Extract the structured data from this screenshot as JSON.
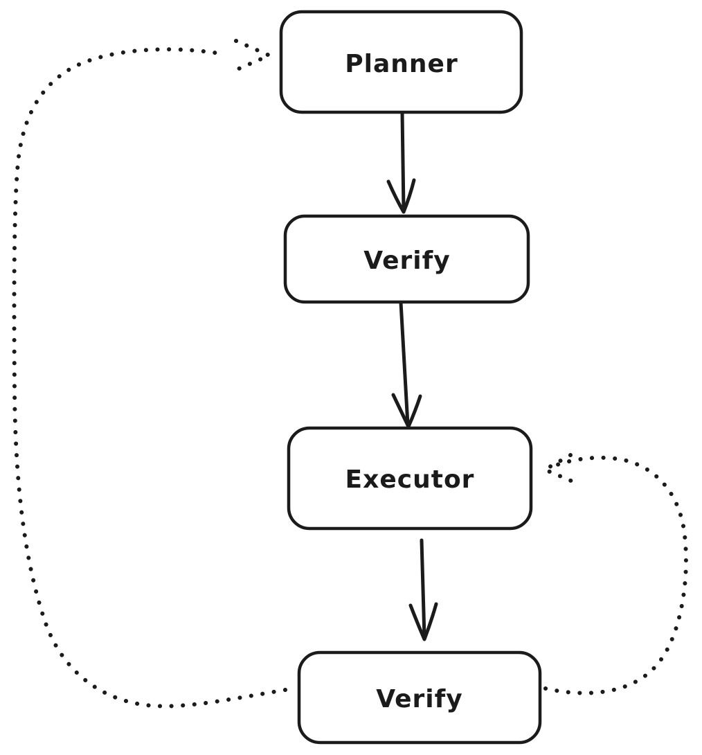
{
  "diagram": {
    "type": "flowchart",
    "style": "hand-drawn",
    "background_color": "#ffffff",
    "stroke_color": "#1b1b1b",
    "node_fill_color": "#ffffff",
    "nodes": [
      {
        "id": "planner",
        "label": "Planner"
      },
      {
        "id": "verify-1",
        "label": "Verify"
      },
      {
        "id": "executor",
        "label": "Executor"
      },
      {
        "id": "verify-2",
        "label": "Verify"
      }
    ],
    "edges": [
      {
        "from": "planner",
        "to": "verify-1",
        "line": "solid",
        "direction": "down"
      },
      {
        "from": "verify-1",
        "to": "executor",
        "line": "solid",
        "direction": "down"
      },
      {
        "from": "executor",
        "to": "verify-2",
        "line": "solid",
        "direction": "down"
      },
      {
        "from": "verify-2",
        "to": "executor",
        "line": "dotted",
        "direction": "loop-right-up"
      },
      {
        "from": "verify-2",
        "to": "planner",
        "line": "dotted",
        "direction": "loop-left-up"
      }
    ]
  }
}
